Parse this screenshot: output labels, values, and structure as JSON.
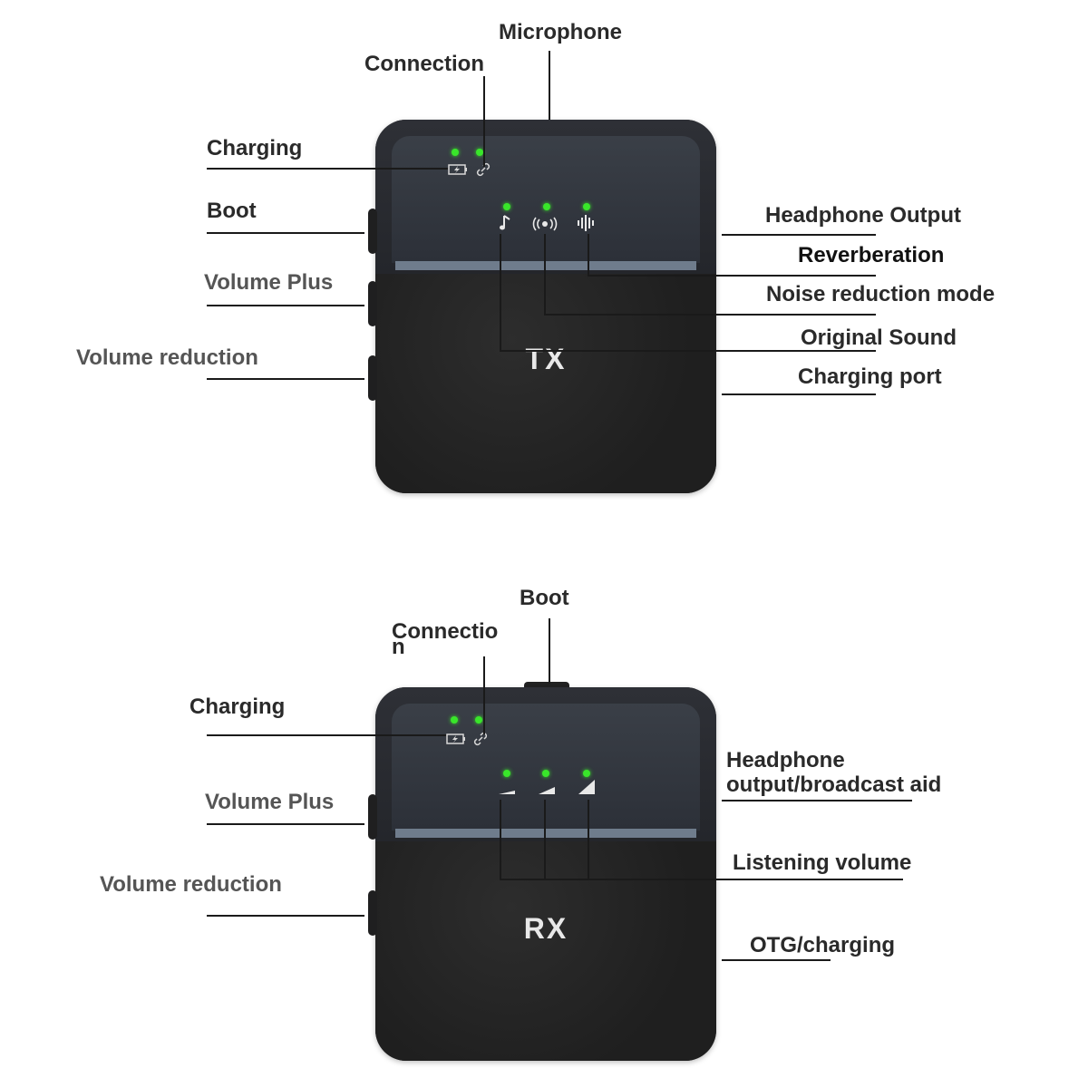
{
  "tx": {
    "device_label": "TX",
    "labels": {
      "microphone": "Microphone",
      "connection": "Connection",
      "charging": "Charging",
      "boot": "Boot",
      "volume_plus": "Volume Plus",
      "volume_reduction": "Volume reduction",
      "headphone_output": "Headphone Output",
      "reverberation": "Reverberation",
      "noise_reduction": "Noise reduction mode",
      "original_sound": "Original Sound",
      "charging_port": "Charging port"
    },
    "icons": [
      "battery-charging-icon",
      "link-icon",
      "music-note-icon",
      "broadcast-icon",
      "waveform-icon"
    ]
  },
  "rx": {
    "device_label": "RX",
    "labels": {
      "boot": "Boot",
      "connection_line1": "Connectio",
      "connection_line2": "n",
      "charging": "Charging",
      "volume_plus": "Volume Plus",
      "volume_reduction": "Volume reduction",
      "headphone_line1": "Headphone",
      "headphone_line2": "output/broadcast aid",
      "listening_volume": "Listening volume",
      "otg_charging": "OTG/charging"
    },
    "icons": [
      "battery-charging-icon",
      "link-icon",
      "volume-low-icon",
      "volume-mid-icon",
      "volume-high-icon"
    ]
  },
  "colors": {
    "led": "#39e62a",
    "body": "#2b2b2c",
    "stripe": "#6f7c8c",
    "leader_line": "#1a1a1a"
  }
}
